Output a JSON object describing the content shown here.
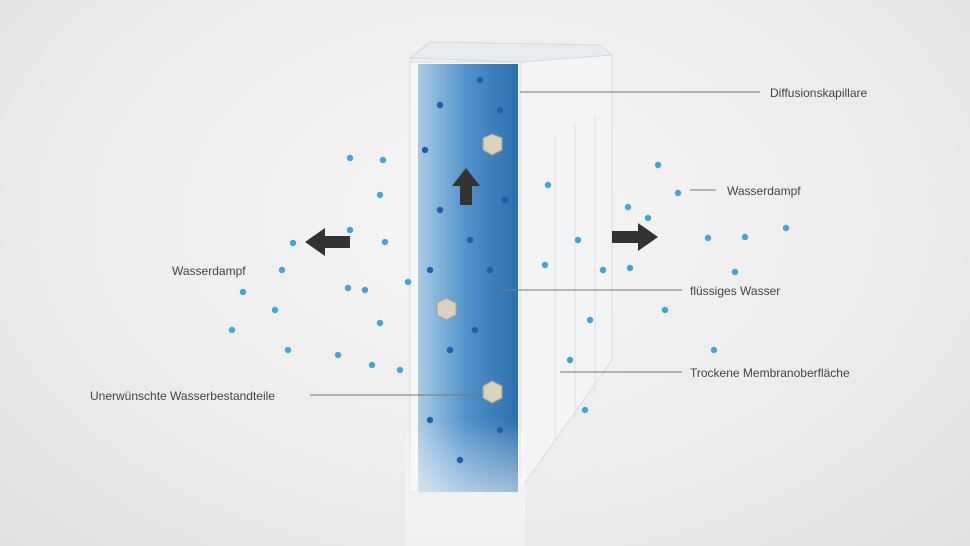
{
  "labels": {
    "diffusion_capillary": "Diffusionskapillare",
    "vapor_right": "Wasserdampf",
    "vapor_left": "Wasserdampf",
    "liquid_water": "flüssiges Wasser",
    "dry_membrane": "Trockene Membranoberfläche",
    "unwanted_components": "Unerwünschte Wasserbestandteile"
  },
  "colors": {
    "water": "#3f86c4",
    "droplet": "#4aa3d8",
    "line": "#777777"
  }
}
